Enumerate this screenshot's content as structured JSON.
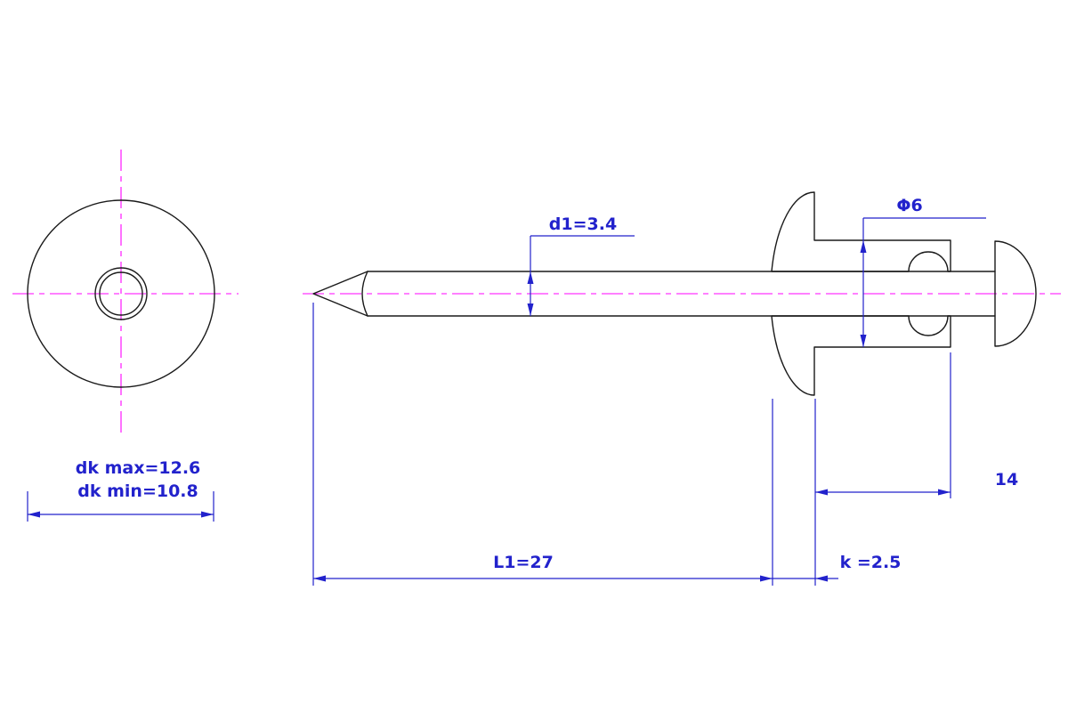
{
  "drawing": {
    "kind": "technical-drawing",
    "part": "blind-rivet"
  },
  "colors": {
    "outline": "#1a1a1a",
    "centerline": "#ff00ff",
    "dimension": "#2222cc",
    "background": "#ffffff"
  },
  "dimensions": {
    "d1_label": "d1=3.4",
    "diameter_label": "Φ6",
    "dk_max_label": "dk max=12.6",
    "dk_min_label": "dk min=10.8",
    "body_length_label": "14",
    "mandrel_length_label": "L1=27",
    "head_height_label": "k =2.5"
  }
}
